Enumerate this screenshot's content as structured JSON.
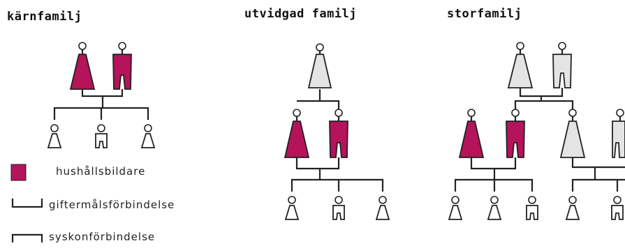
{
  "titles": {
    "nuclear": "kärnfamilj",
    "extended": "utvidgad familj",
    "large": "storfamilj"
  },
  "legend": {
    "householder": "hushållsbildare",
    "marriage": "giftermålsförbindelse",
    "sibling": "syskonförbindelse"
  },
  "colors": {
    "householder": "#b5135a",
    "other": "#e4e4e4",
    "line": "#222222"
  }
}
